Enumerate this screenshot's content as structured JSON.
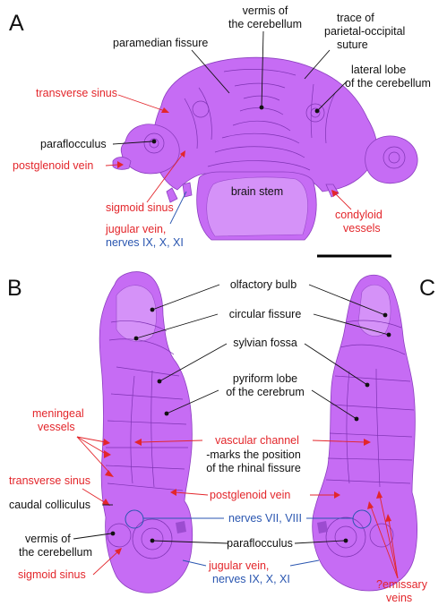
{
  "panels": {
    "a": "A",
    "b": "B",
    "c": "C"
  },
  "colors": {
    "specimen": "#c66cf4",
    "label_black": "#111111",
    "label_red": "#e3262b",
    "label_blue": "#2a56b0"
  },
  "panel_a": {
    "vermis": [
      "vermis of",
      "the cerebellum"
    ],
    "trace_suture": [
      "trace of",
      "parietal-occipital",
      "suture"
    ],
    "paramedian_fissure": "paramedian fissure",
    "lateral_lobe": [
      "lateral lobe",
      "of the cerebellum"
    ],
    "transverse_sinus": "transverse sinus",
    "paraflocculus": "paraflocculus",
    "postglenoid_vein": "postglenoid vein",
    "brain_stem": "brain stem",
    "sigmoid_sinus": "sigmoid sinus",
    "jugular_vein": [
      "jugular vein,",
      "nerves IX, X, XI"
    ],
    "condyloid_vessels": [
      "condyloid",
      "vessels"
    ]
  },
  "panel_bc": {
    "olfactory_bulb": "olfactory bulb",
    "circular_fissure": "circular fissure",
    "sylvian_fossa": "sylvian fossa",
    "pyriform_lobe": [
      "pyriform lobe",
      "of the cerebrum"
    ],
    "meningeal_vessels": [
      "meningeal",
      "vessels"
    ],
    "vascular_channel": "vascular channel",
    "rhinal_note": [
      "-marks the position",
      "of the rhinal fissure"
    ],
    "transverse_sinus": "transverse sinus",
    "postglenoid_vein": "postglenoid vein",
    "caudal_colliculus": "caudal colliculus",
    "nerves_vii_viii": "nerves VII, VIII",
    "vermis": [
      "vermis of",
      "the cerebellum"
    ],
    "paraflocculus": "paraflocculus",
    "sigmoid_sinus": "sigmoid sinus",
    "jugular_vein": [
      "jugular vein,",
      "nerves IX, X, XI"
    ],
    "emissary_veins": [
      "?emissary",
      "veins"
    ]
  }
}
